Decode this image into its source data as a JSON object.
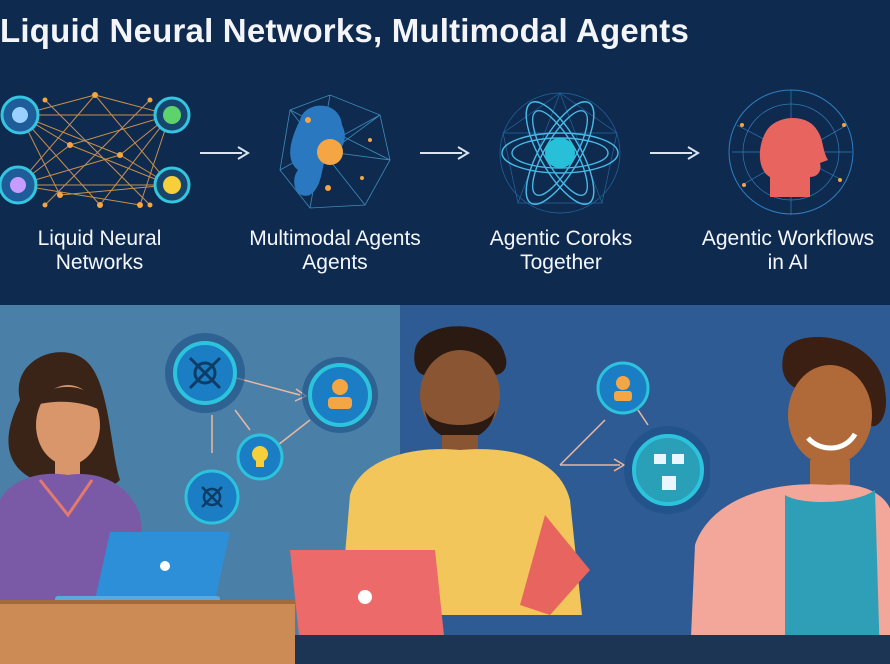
{
  "banner": {
    "title": "Liquid Neural Networks, Multimodal Agents",
    "stages": [
      {
        "line1": "Liquid Neural",
        "line2": "Networks"
      },
      {
        "line1": "Multimodal Agents",
        "line2": "Agents"
      },
      {
        "line1": "Agentic Coroks",
        "line2": "Together"
      },
      {
        "line1": "Agentic Workflows",
        "line2": "in AI"
      }
    ]
  },
  "colors": {
    "banner_bg": "#0e2a4e",
    "text": "#f5f7ff",
    "accent_orange": "#f4a644",
    "accent_cyan": "#27c0d8",
    "accent_coral": "#e8645e",
    "panel_left": "#4a7fa8",
    "panel_right": "#2f5b95"
  },
  "icons": {
    "network": "neural-network-icon",
    "brain": "brain-icon",
    "atom": "atom-icon",
    "head": "head-profile-icon",
    "arrow": "arrow-right-icon",
    "gear": "gear-icon",
    "user": "user-icon",
    "lightbulb": "lightbulb-icon",
    "chart": "flowchart-icon"
  }
}
